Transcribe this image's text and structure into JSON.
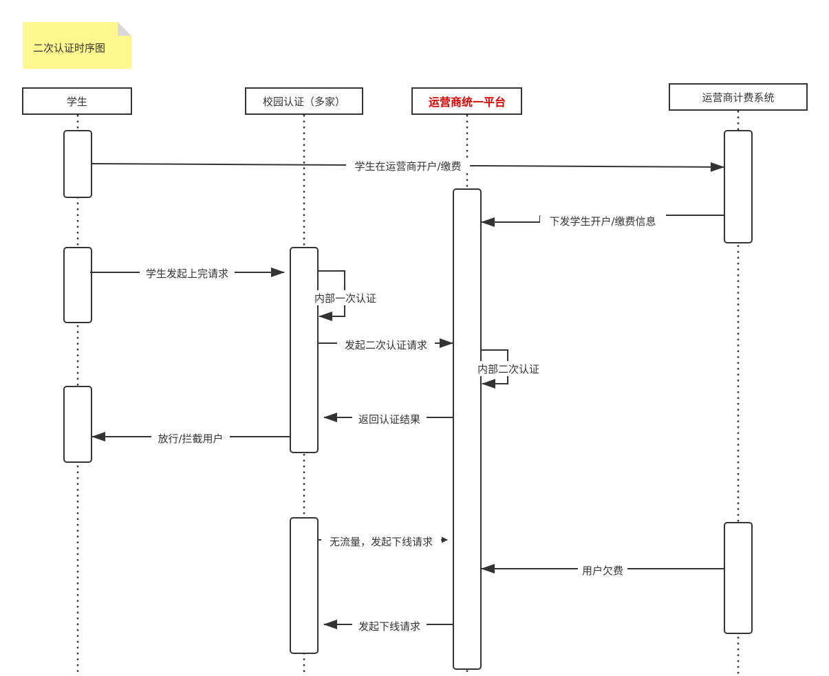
{
  "note": {
    "text": "二次认证时序图",
    "color": "#fff88f"
  },
  "participants": [
    {
      "id": "student",
      "label": "学生"
    },
    {
      "id": "campus",
      "label": "校园认证（多家）"
    },
    {
      "id": "platform",
      "label": "运营商统一平台",
      "highlight": "#d40000"
    },
    {
      "id": "billing",
      "label": "运营商计费系统"
    }
  ],
  "messages": [
    {
      "id": "m1",
      "from": "student",
      "to": "billing",
      "label": "学生在运营商开户/缴费"
    },
    {
      "id": "m2",
      "from": "billing",
      "to": "platform",
      "label": "下发学生开户/缴费信息"
    },
    {
      "id": "m3",
      "from": "student",
      "to": "campus",
      "label": "学生发起上完请求"
    },
    {
      "id": "m4",
      "from": "campus",
      "to": "campus",
      "label": "内部一次认证"
    },
    {
      "id": "m5",
      "from": "campus",
      "to": "platform",
      "label": "发起二次认证请求"
    },
    {
      "id": "m6",
      "from": "platform",
      "to": "platform",
      "label": "内部二次认证"
    },
    {
      "id": "m7",
      "from": "platform",
      "to": "campus",
      "label": "返回认证结果"
    },
    {
      "id": "m8",
      "from": "campus",
      "to": "student",
      "label": "放行/拦截用户"
    },
    {
      "id": "m9",
      "from": "campus",
      "to": "platform",
      "label": "无流量，发起下线请求"
    },
    {
      "id": "m10",
      "from": "billing",
      "to": "platform",
      "label": "用户欠费"
    },
    {
      "id": "m11",
      "from": "platform",
      "to": "campus",
      "label": "发起下线请求"
    }
  ],
  "colors": {
    "line": "#333333",
    "text": "#333333"
  }
}
